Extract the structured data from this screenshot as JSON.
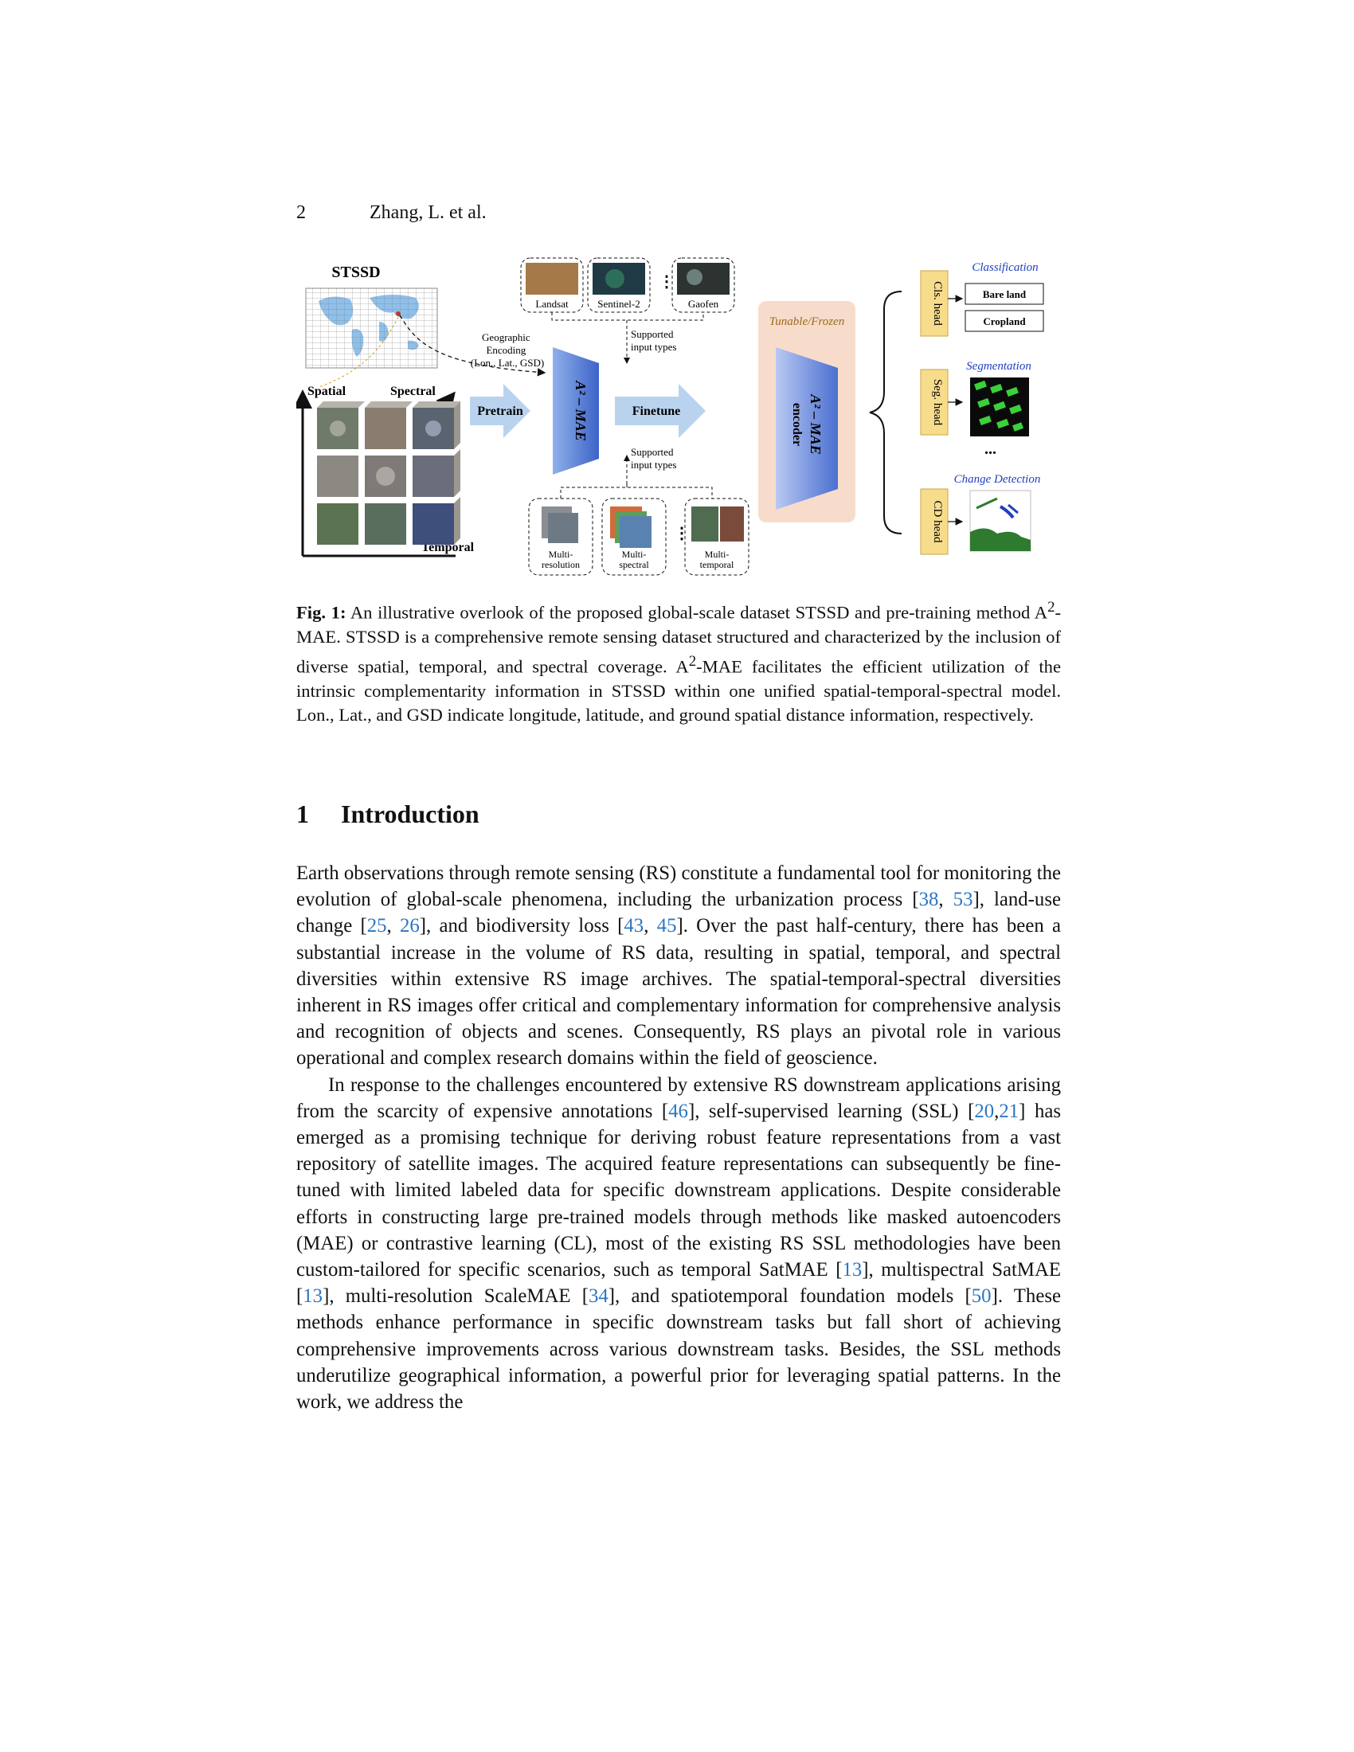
{
  "header": {
    "page_number": "2",
    "running_title": "Zhang, L. et al."
  },
  "figure": {
    "dataset_title": "STSSD",
    "axis_spatial": "Spatial",
    "axis_spectral": "Spectral",
    "axis_temporal": "Temporal",
    "geo_encoding": [
      "Geographic",
      "Encoding",
      "(Lon., Lat., GSD)"
    ],
    "pretrain": "Pretrain",
    "finetune": "Finetune",
    "model_name": "A² – MAE",
    "encoder_name": "A² – MAE",
    "encoder_sub": "encoder",
    "tunable": "Tunable",
    "frozen": "Frozen",
    "sources": [
      "Landsat",
      "Sentinel-2",
      "Gaofen"
    ],
    "supported_top": [
      "Supported",
      "input types"
    ],
    "supported_bottom": [
      "Supported",
      "input types"
    ],
    "input_types": [
      [
        "Multi-",
        "resolution"
      ],
      [
        "Multi-",
        "spectral"
      ],
      [
        "Multi-",
        "temporal"
      ]
    ],
    "heads": [
      "Cls. head",
      "Seg. head",
      "CD head"
    ],
    "tasks": [
      "Classification",
      "Segmentation",
      "Change Detection"
    ],
    "cls_labels": [
      "Bare land",
      "Cropland"
    ],
    "ellipsis": "...",
    "colors": {
      "task_blue": "#1f3fbf",
      "head_fill": "#f7dc8c",
      "encoder_panel": "#f7dccb",
      "arrow_fill": "#b9d3ef",
      "link_blue": "#2b76c2"
    }
  },
  "caption": {
    "label": "Fig. 1:",
    "text_a": " An illustrative overlook of the proposed global-scale dataset STSSD and pre-training method A",
    "sup_a": "2",
    "text_b": "-MAE. STSSD is a comprehensive remote sensing dataset structured and characterized by the inclusion of diverse spatial, temporal, and spectral coverage. A",
    "sup_b": "2",
    "text_c": "-MAE facilitates the efficient utilization of the intrinsic complementarity information in STSSD within one unified spatial-temporal-spectral model. Lon., Lat., and GSD indicate longitude, latitude, and ground spatial distance information, respectively."
  },
  "section": {
    "number": "1",
    "title": "Introduction"
  },
  "paragraphs": [
    {
      "s1": "Earth observations through remote sensing (RS) constitute a fundamental tool for monitoring the evolution of global-scale phenomena, including the urbanization process [",
      "r1": "38",
      "s2": ", ",
      "r2": "53",
      "s3": "], land-use change [",
      "r3": "25",
      "s4": ", ",
      "r4": "26",
      "s5": "], and biodiversity loss [",
      "r5": "43",
      "s6": ", ",
      "r6": "45",
      "s7": "]. Over the past half-century, there has been a substantial increase in the volume of RS data, resulting in spatial, temporal, and spectral diversities within extensive RS image archives. The spatial-temporal-spectral diversities inherent in RS images offer critical and complementary information for comprehensive analysis and recognition of objects and scenes. Consequently, RS plays an pivotal role in various operational and complex research domains within the field of geoscience."
    },
    {
      "s1": "In response to the challenges encountered by extensive RS downstream applications arising from the scarcity of expensive annotations [",
      "r1": "46",
      "s2": "], self-supervised learning (SSL) [",
      "r2": "20",
      "s3": ",",
      "r3": "21",
      "s4": "] has emerged as a promising technique for deriving robust feature representations from a vast repository of satellite images. The acquired feature representations can subsequently be fine-tuned with limited labeled data for specific downstream applications. Despite considerable efforts in constructing large pre-trained models through methods like masked autoencoders (MAE) or contrastive learning (CL), most of the existing RS SSL methodologies have been custom-tailored for specific scenarios, such as temporal SatMAE [",
      "r4": "13",
      "s5": "], multispectral SatMAE [",
      "r5": "13",
      "s6": "], multi-resolution ScaleMAE [",
      "r6": "34",
      "s7": "], and spatiotemporal foundation models [",
      "r7": "50",
      "s8": "]. These methods enhance performance in specific downstream tasks but fall short of achieving comprehensive improvements across various downstream tasks. Besides, the SSL methods underutilize geographical information, a powerful prior for leveraging spatial patterns. In the work, we address the"
    }
  ]
}
